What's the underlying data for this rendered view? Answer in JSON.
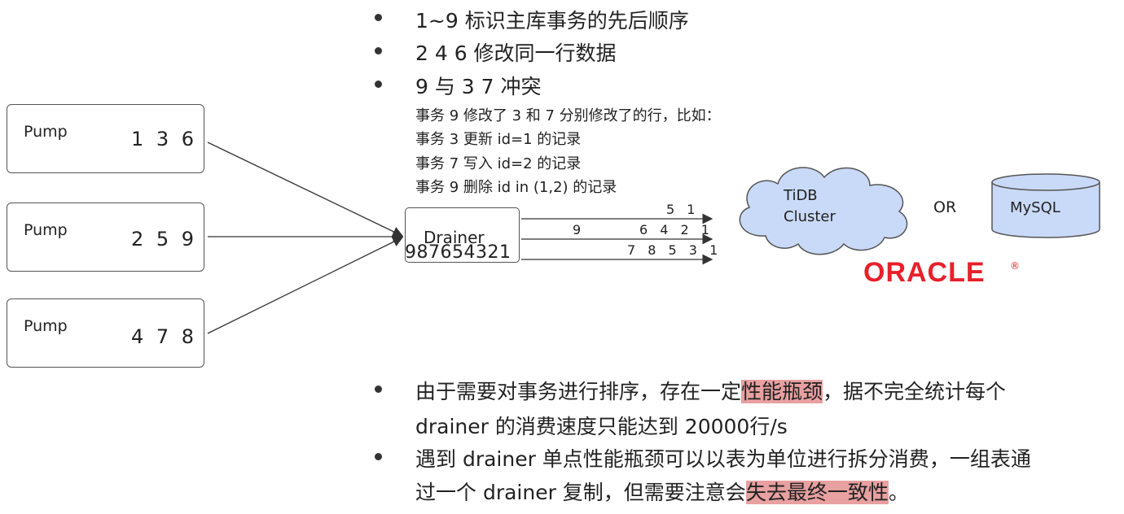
{
  "top_bullets": [
    "1~9 标识主库事务的先后顺序",
    "2 4 6 修改同一行数据",
    "9 与 3 7 冲突"
  ],
  "conflict_notes": [
    "事务 9 修改了 3 和 7 分别修改了的行，比如：",
    "事务 3 更新 id=1 的记录",
    "事务 7 写入 id=2 的记录",
    "事务 9 删除 id in (1,2) 的记录"
  ],
  "pumps": [
    {
      "label": "Pump",
      "nums": "1 3 6"
    },
    {
      "label": "Pump",
      "nums": "2 5 9"
    },
    {
      "label": "Pump",
      "nums": "4 7 8"
    }
  ],
  "drainer": {
    "label": "Drainer",
    "queue": "987654321"
  },
  "flows": [
    {
      "left": "",
      "right": "5 1"
    },
    {
      "left": "9",
      "right": "6 4 2 1"
    },
    {
      "left": "",
      "right": "7 8 5 3 1"
    }
  ],
  "targets": {
    "tidb": "TiDB\nCluster",
    "tidb_line1": "TiDB",
    "tidb_line2": "Cluster",
    "or": "OR",
    "mysql": "MySQL",
    "oracle": "ORACLE"
  },
  "bottom_bullets": [
    {
      "line1_a": "由于需要对事务进行排序，存在一定",
      "line1_hl": "性能瓶颈",
      "line1_b": "，据不完全统计每个",
      "line2": "drainer 的消费速度只能达到 20000行/s"
    },
    {
      "line1": "遇到 drainer 单点性能瓶颈可以以表为单位进行拆分消费，一组表通",
      "line2_a": "过一个 drainer 复制，但需要注意会",
      "line2_hl": "失去最终一致性",
      "line2_b": "。"
    }
  ],
  "colors": {
    "highlight": "#e8a0a0",
    "cloud_fill": "#c9daf8",
    "cylinder_fill": "#c9daf8",
    "oracle_red": "#e8202a"
  }
}
